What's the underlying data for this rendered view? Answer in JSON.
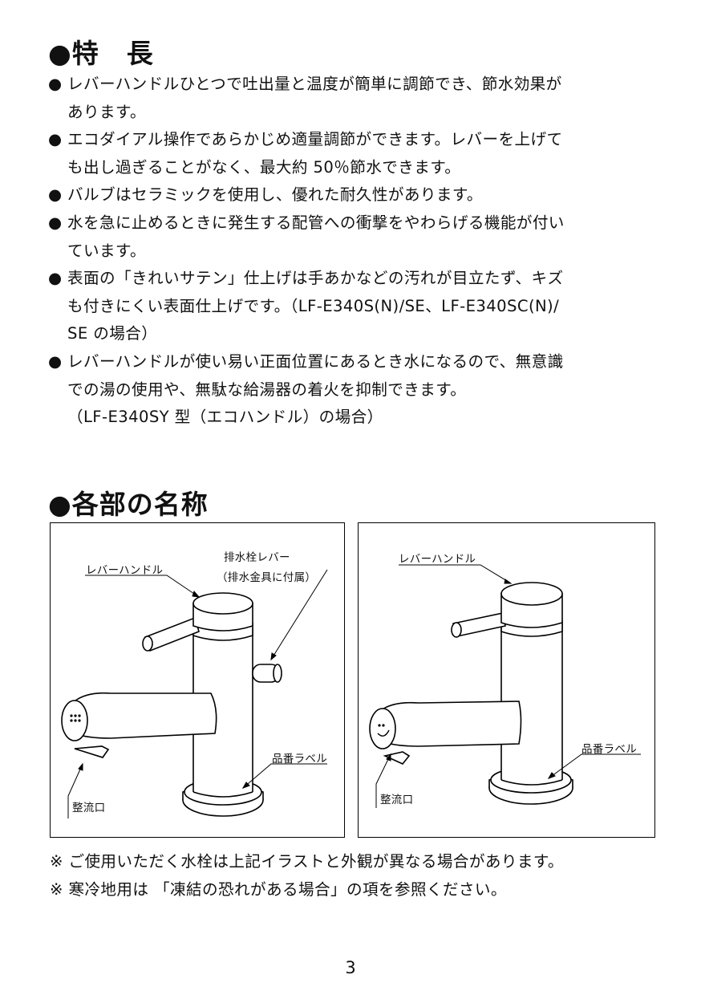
{
  "features": {
    "title": "●特　長",
    "bullet_marker": "●",
    "items": [
      [
        "レバーハンドルひとつで吐出量と温度が簡単に調節でき、節水効果が",
        "あります。"
      ],
      [
        "エコダイアル操作であらかじめ適量調節ができます。レバーを上げて",
        "も出し過ぎることがなく、最大約 50％節水できます。"
      ],
      [
        "バルブはセラミックを使用し、優れた耐久性があります。"
      ],
      [
        "水を急に止めるときに発生する配管への衝撃をやわらげる機能が付い",
        "ています。"
      ],
      [
        "表面の「きれいサテン」仕上げは手あかなどの汚れが目立たず、キズ",
        "も付きにくい表面仕上げです。（LF-E340S(N)/SE、LF-E340SC(N)/",
        "SE の場合）"
      ],
      [
        "レバーハンドルが使い易い正面位置にあるとき水になるので、無意識",
        "での湯の使用や、無駄な給湯器の着火を抑制できます。",
        "（LF-E340SY 型（エコハンドル）の場合）"
      ]
    ]
  },
  "parts": {
    "title": "●各部の名称",
    "left_panel": {
      "lever_handle": "レバーハンドル",
      "drain_lever": "排水栓レバー",
      "drain_lever_note": "（排水金具に付属）",
      "product_label": "品番ラベル",
      "aerator": "整流口"
    },
    "right_panel": {
      "lever_handle": "レバーハンドル",
      "product_label": "品番ラベル",
      "aerator": "整流口"
    }
  },
  "notes": [
    "※ ご使用いただく水栓は上記イラストと外観が異なる場合があります。",
    "※ 寒冷地用は 「凍結の恐れがある場合」の項を参照ください。"
  ],
  "page_number": "3"
}
